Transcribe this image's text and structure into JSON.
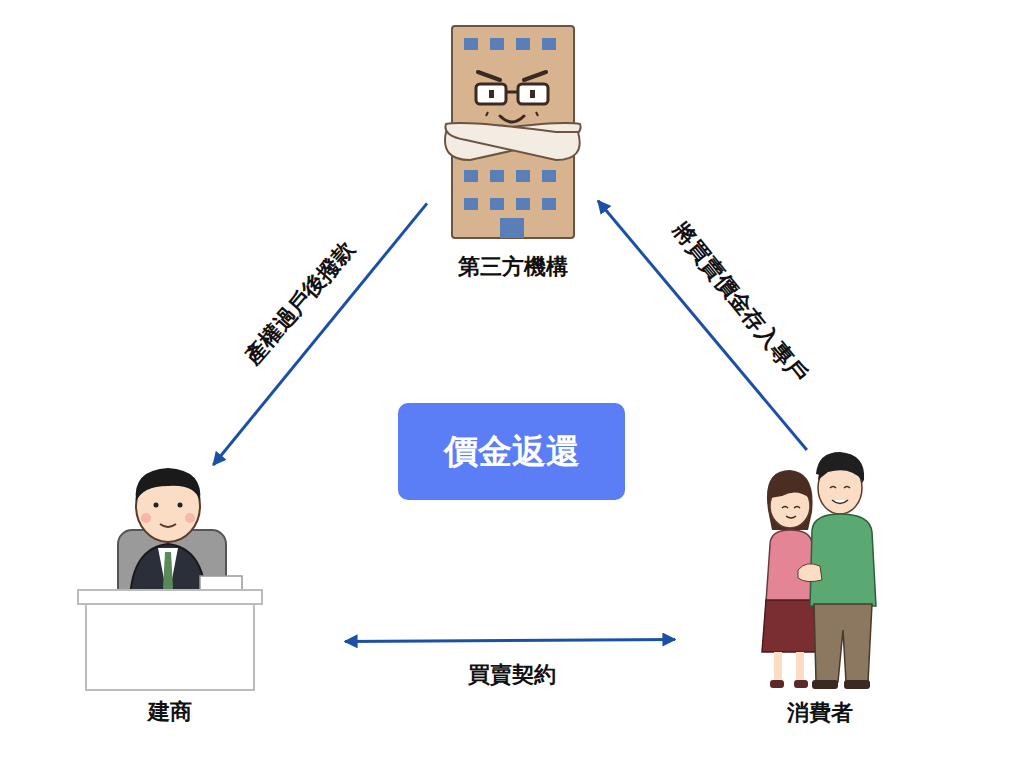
{
  "diagram": {
    "nodes": [
      {
        "text": [
          "第三方機構"
        ]
      },
      {
        "text": [
          "價金返還"
        ]
      },
      {
        "text": [
          "建商"
        ]
      },
      {
        "text": [
          "消費者"
        ]
      }
    ],
    "edges": [
      {
        "from": 0,
        "to": 2,
        "arrow": "to",
        "label": "產權過戶後撥款"
      },
      {
        "from": 3,
        "to": 0,
        "arrow": "to",
        "label": "將買賣價金存入專戶"
      },
      {
        "from": 2,
        "to": 3,
        "arrow": "both",
        "label": "買賣契約"
      }
    ]
  }
}
